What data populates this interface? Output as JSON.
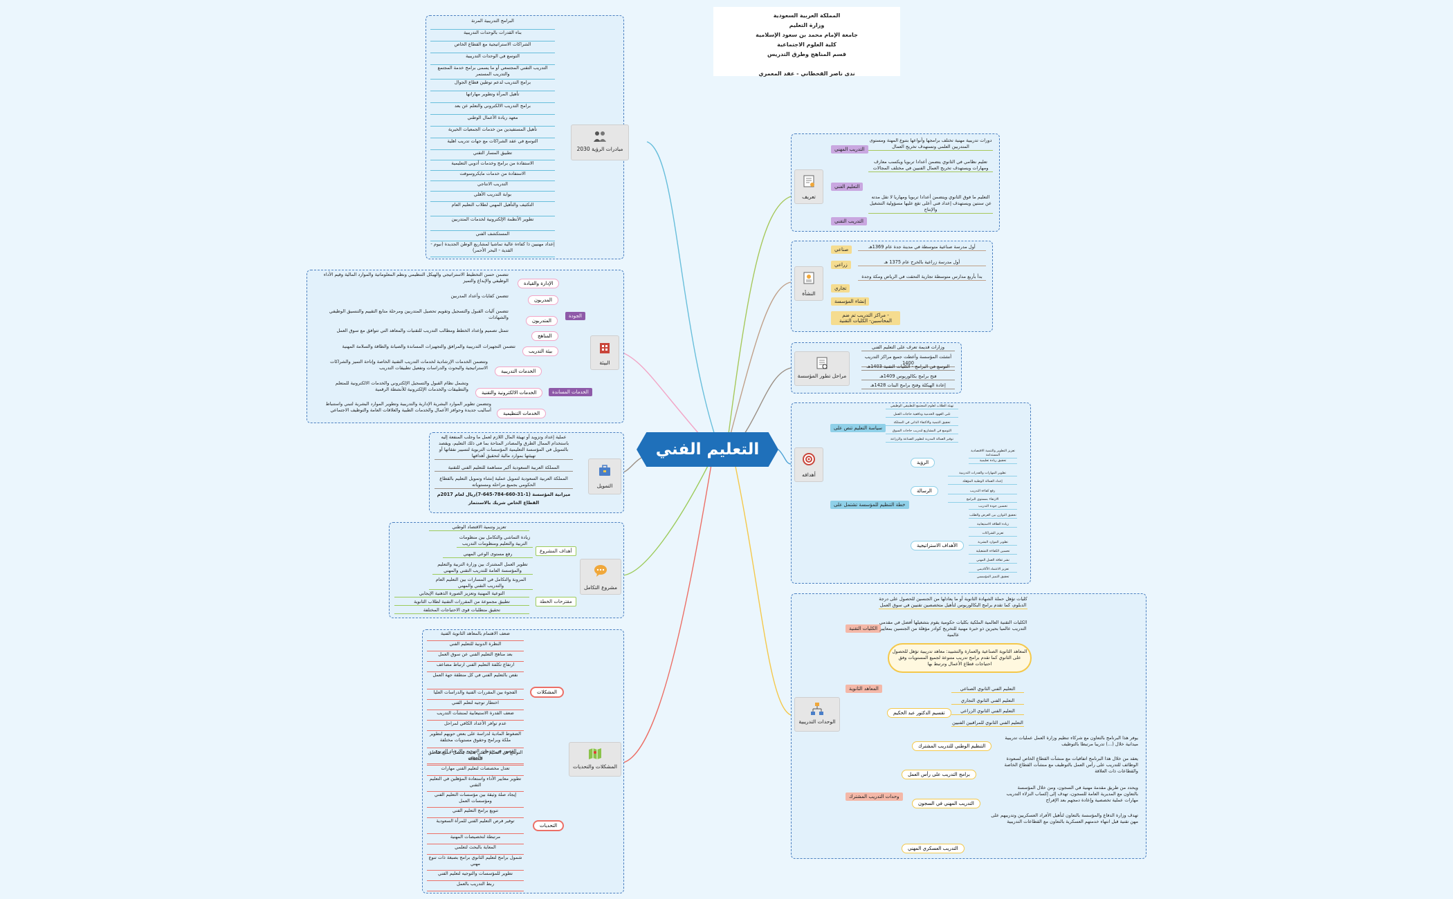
{
  "header": {
    "lines": [
      "المملكة العربية السعودية",
      "وزارة التعليم",
      "جامعة الإمام محمد بن سعود الإسلامية",
      "كلية العلوم الاجتماعية",
      "قسم المناهج وطرق التدريس",
      "",
      "ندى ناصر القحطاني - عفد المعمري"
    ]
  },
  "central": {
    "title": "التعليم الفني"
  },
  "left": {
    "vision": {
      "label": "مبادرات الرؤية 2030",
      "items": [
        "البرامج التدريبية المرنة",
        "بناء القدرات بالوحدات التدريبية",
        "الشراكات الاستراتيجية مع القطاع الخاص",
        "التوسع في الوحدات التدريبية",
        "التدريب التقني المجتمعي أو ما يسمى برامج خدمة المجتمع والتدريب المستمر",
        "برامج التدريب لدعم توطين قطاع الجوال",
        "تأهيل المرأة وتطوير مهاراتها",
        "برامج التدريب الالكتروني والتعلم عن بعد",
        "معهد ريادة الأعمال الوطني",
        "تأهيل المستفيدين من خدمات الجمعيات الخيرية",
        "التوسع في عقد الشراكات مع جهات تدريب اهلية",
        "تطبيق المسار التقني",
        "الاستفادة من برامج وخدمات أدوبي التعليمية",
        "الاستفادة من خدمات مايكروسوفت",
        "التدريب الانتاجي",
        "بوابة التدريب الأهلي",
        "التكثيف والتأهيل المهني لطلاب التعليم العام",
        "تطوير الأنظمة الإلكترونية لخدمات المتدربين",
        "المستكشف الفني",
        "إعداد مهنيين ذا كفاءة عالية تماشيا لمشاريع الوطن الجديدة (نيوم - القدية - البحر الأحمر)"
      ]
    },
    "env": {
      "label": "البيئة",
      "quality_tag": "الجودة",
      "support_tag": "الخدمات المساندة",
      "items": [
        {
          "label": "الإدارة والقيادة",
          "desc": "تتضمن حسن التخطيط الاستراتيجي والهيكل التنظيمي ونظم المعلوماتية والموارد المالية وقيم الأداء الوظيفي والإبداع والتميز"
        },
        {
          "label": "المدربون",
          "desc": "تتضمن كفايات وأعداد المدربين"
        },
        {
          "label": "المتدربون",
          "desc": "تتضمن آليات القبول والتسجيل وتقويم تحصيل المتدربين ومرحلة متابع التقييم والتنسيق الوظيفي والشهادات"
        },
        {
          "label": "المناهج",
          "desc": "تتمثل تصميم وإعداد الخطط ومطالب التدريب للتقنيات والمعاهد التي تتوافق مع سوق العمل"
        },
        {
          "label": "بيئة التدريب",
          "desc": "تتضمن التجهيزات التدريبية والمرافق والتجهيزات المساندة والصيانة والطاقة والسلامة المهنية"
        },
        {
          "label": "الخدمات التدريبية",
          "desc": "وتتضمن الخدمات الإرشادية لخدمات التدريب التقنية الخاصة وإتاحة التميز والشراكات الاستراتيجية والبحوث والدراسات وتفعيل تطبيقات التدريب"
        },
        {
          "label": "الخدمات الالكترونية والتقنية",
          "desc": "وتشمل نظام القبول والتسجيل الإلكتروني والخدمات الالكترونية للمتعلم والتطبيقات والخدمات الإلكترونية للأنشطة الرقمية"
        },
        {
          "label": "الخدمات التنظيمية",
          "desc": "وتتضمن تطوير الموارد البشرية الإدارية والتدريبية وتطوير الموارد البشرية لتبني واستنباط أساليب جديدة وحوافز الأعمال والخدمات الطبية والعلاقات العامة والتوظيف الاجتماعي"
        }
      ]
    },
    "funding": {
      "label": "التمويل",
      "items": [
        "عملية إعداد وتزويد أو تهيئة المال اللازم لعمل ما وجلب المنفعة إليه باستخدام الممال الطرق والمصادر المتاحة بما في ذلك التعليم، ويقصد بالتمويل في المؤسسة التعليمية المؤسسات التربوية لتسيير نفقاتها أو تهيئتها بموارد مالية لتحقيق أهدافها",
        "المملكة العربية السعودية أكبر مساهمة للتعليم الفني للتقنية",
        "المملكة العربية السعودية لتمويل عملية إنشاء وتمويل التعليم بالقطاع الحكومي بجميع مراحله ومستوياته",
        "ميزانية المؤسسة (1-31-660-784-645-7)ريال لعام 2017م",
        "القطاع الخاص شريك بالاستثمار"
      ]
    },
    "project": {
      "label": "مشروع التكامل",
      "goals_tag": "أهداف المشروع",
      "prop_tag": "مقترحات الخطة",
      "goals": [
        "تعزيز وتنمية الاقتصاد الوطني",
        "زيادة التماشي والتكامل بين منظومات التربية والتعليم ومنظومات التدريب",
        "رفع مستوى الوعي المهني",
        "تطوير العمل المشترك بين وزارة التربية والتعليم والمؤسسة العامة للتدريب التقني والمهني",
        "المرونة والتكامل في المسارات بين التعليم العام والتدريب التقني والمهني"
      ],
      "props": [
        "التوعية المهنية وتعزيز الصورة الذهنية الإيجابي",
        "تطبيق مجموعة من المقررات التقنية لطلاب الثانوية",
        "تحقيق متطلبات قوى الاحتياجات المختلفة"
      ]
    },
    "problems": {
      "label": "المشكلات والتحديات",
      "problems_tag": "المشكلات",
      "challenges_tag": "التحديات",
      "problems": [
        "ضعف الاهتمام بالمعاهد الثانوية الفنية",
        "النظرة الدونية للتعليم الفني",
        "بعد مناهج التعليم الفني عن سوق العمل",
        "ارتفاع تكلفة التعليم الفني ارتباط مضاعف",
        "نقص بالتعليم الفني في كل منطقة جهة العمل",
        "الفجوة بين المقررات الفنية والدراسات العليا",
        "اختطار توجيه لتعلم الفني",
        "ضعف القدرة الاستيعابية لمنشآت التدريب",
        "عدم توافر الأعداد الكافي لمراحل",
        "الضغوط المادية لدراسة على بعض حويهم لتطوير ملكة وبرامج وحقوق مستويات مختلفة",
        "القصور في خدمات التوجيه والإرشاد التربوي والمهني"
      ],
      "challenges": [
        "التوسع في التعليم الفني بحيث يشمل جميع مناطق المملكة",
        "تعدل مخصصات لتعليم الفني مهارات",
        "تطوير معايير الأداء واستعادة المؤهلين في التعليم التقني",
        "إيجاد صلة وثيقة بين مؤسسات التعليم الفني ومؤسسات العمل",
        "تنويع برامج التعليم الفني",
        "توفير فرص التعليم الفني للمرأة السعودية",
        "مرتبطة لتخصيصات المهنية",
        "المعاية بالبحث لتعلمي",
        "شمول برامج لتعليم الثانوي برامج بصبغة ذات تنوع مهني",
        "تطوير للمؤسسات والتوجيه لتعليم الفني",
        "ربط التدريب بالعمل"
      ]
    }
  },
  "right": {
    "definition": {
      "label": "تعريف",
      "items": [
        {
          "tag": "التدريب المهني",
          "desc": "دورات تدريبية مهنية تختلف برامجها وأنواعها بتنوع المهنة ومستوى المتدربين العلمي وتستهدف تخريج العمال"
        },
        {
          "tag": "التعليم الفني",
          "desc": "تعليم نظامي في الثانوي يتضمن أعدادا تربويا ويكسب معارف ومهارات ويستهدف تخريج العمال الفنيين في مختلف المجالات"
        },
        {
          "tag": "التدريب التقني",
          "desc": "التعليم ما فوق الثانوي ويتضمن أعدادا تربويا ومهاريا لا تقل مدته عن سنتين ويستهدف إعداد فني أعلى تقع عليها مسؤولية التشغيل والإنتاج"
        }
      ]
    },
    "origin": {
      "label": "النشأة",
      "items": [
        {
          "tag": "صناعي",
          "desc": "أول مدرسة صناعية متوسطة في مدينة جدة عام 1369هـ"
        },
        {
          "tag": "زراعي",
          "desc": "أول مدرسة زراعية بالخرج عام 1375 هـ"
        },
        {
          "tag": "تجاري",
          "desc": "بدأ بأربع مدارس متوسطة تجارية التحقت في الرياض ومكة وجدة"
        },
        {
          "tag": "إنشاء المؤسسة",
          "desc": ""
        },
        {
          "tag": "- مراكز التدريب تم ضم المحاسبين- الكليات التقنية",
          "desc": ""
        }
      ]
    },
    "stages": {
      "label": "مراحل تطور المؤسسة",
      "items": [
        "وزارات قديمة تعرف على التعليم الفني",
        "أنشئت المؤسسة وأعطت جميع مراكز التدريب 1400",
        "التوسع في البرامج - الكليات التقنية 1403هـ",
        "فتح برامج بكالوريوس 1409هـ",
        "إعادة الهيكلة وفتح برامج البنات 1428هـ"
      ]
    },
    "goals": {
      "label": "أهدافه",
      "policy_tag": "سياسة التعليم تنص على",
      "plan_tag": "خطة التنظيم للمؤسسة تشتمل على",
      "policy_items": [
        "تهيئة الطلاب لعلوم المجتمع التطبيقي الوظيفي",
        "تلبي العهود الخدمية ودافعية حاجات العمل",
        "تحقيق التنمية والاكتفاء الذاتي في المملكة",
        "التوسع في المشاريع لتدريب حاجات السوق",
        "توفير العمالة المدربة لتطوير الصناعة والزراعة"
      ],
      "vision_tag": "الرؤية",
      "vision_items": [
        "تعزيز التطوير والتنمية الاقتصادية المستدامة",
        "تحقيق ريادة تعليمية"
      ],
      "mission_tag": "الرسالة",
      "mission_items": [
        "تطوير المهارات والقدرات التدريبية",
        "إعداد العمالة الوطنية المؤهلة",
        "رفع كفاءة التدريب",
        "الارتقاء بمستوى البرامج"
      ],
      "strategic_tag": "الأهداف الاستراتيجية",
      "strategic_items": [
        "تحسين جودة التدريب",
        "تحقيق التوازن بين العرض والطلب",
        "زيادة الطاقة الاستيعابية",
        "تعزيز الشراكات",
        "تطوير الموارد البشرية",
        "تحسين الكفاءة التشغيلية",
        "نشر ثقافة العمل المهني",
        "تعزيز الاعتماد الأكاديمي",
        "تحقيق التميز المؤسسي"
      ]
    },
    "units": {
      "label": "الوحدات التدريبية",
      "colleges_tag": "الكليات التقنية",
      "colleges_desc": [
        "كليات تؤهل حملة الشهادة الثانوية أو ما يعادلها من الجنسين للحصول على درجة الدبلوم، كما تقدم برامج البكالوريوس لتأهيل متخصصين تقنيين في سوق العمل",
        "الكليات التقنية العالمية الملكية بكليات حكومية يقوم بتشغيلها أفضل في مقدمي التدريب عالميا بحيرين ذو خبرة مهنية للتخريج كوادر مؤهلة من الجنسين بمعايير عالمية"
      ],
      "institutes_tag": "المعاهد الثانوية",
      "institutes_desc": "المعاهد الثانوية الصناعية والعمارة والتشييد: معاهد تدريبية تؤهل للحصول على الثانوي كما تقدم برامج تدريب متنوعة لجميع المستويات وفق احتياجات قطاع الأعمال وترتبط بها",
      "king_tag": "تقسيم الدكتور عبد الحكيم",
      "king_items": [
        "التعليم الفني الثانوي الصناعي",
        "التعليم الفني الثانوي التجاري",
        "التعليم الفني الثانوي الزراعي",
        "التعليم الفني الثانوي للمراقبين الفنيين"
      ],
      "joint_tag": "وحدات التدريب المشترك",
      "joint": [
        {
          "label": "التنظيم الوطني للتدريب المشترك",
          "desc": "يوفر هذا البرنامج بالتعاون مع شركاء تنظيم وزارة العمل عمليات تدريبية ميدانية خلال (...) تدريبا مرتبطا بالتوظيف"
        },
        {
          "label": "برامج التدريب على رأس العمل",
          "desc": "يعقد من خلال هذا البرنامج اتفاقيات مع منشآت القطاع الخاص لسعودة الوظائف للتدريب على رأس العمل بالتوظيف مع منشآت القطاع الخاصة والقطاعات ذات العلاقة"
        },
        {
          "label": "التدريب المهني في السجون",
          "desc": "ويحدد من طريق مقدمة مهنية في السجون، ومن خلال المؤسسة بالتعاون مع المديرية العامة للسجون، تهدف إلى إكساب النزلاء التدريب مهارات عملية تخصصية وإعادة دمجهم بعد الإفراج"
        },
        {
          "label": "التدريب العسكري المهني",
          "desc": "تهدف وزارة الدفاع والمؤسسة بالتعاون لتأهيل الأفراد العسكريين وتدريبهم على مهن تقنية قبل انتهاء خدمتهم العسكرية بالتعاون مع القطاعات التدريبية"
        }
      ]
    }
  }
}
